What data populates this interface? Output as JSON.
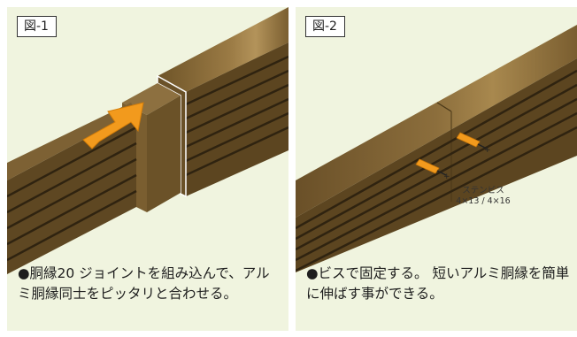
{
  "figure1": {
    "label": "図-1",
    "caption": "●胴縁20 ジョイントを組み込んで、アルミ胴縁同士をピッタリと合わせる。"
  },
  "figure2": {
    "label": "図-2",
    "caption": "●ビスで固定する。 短いアルミ胴縁を簡単に伸ばす事ができる。",
    "screw_label_line1": "ステンビス",
    "screw_label_line2": "4×13 / 4×16"
  },
  "colors": {
    "panel_bg": "#f0f4df",
    "rail_top": "#8a6c3c",
    "rail_side": "#5a4420",
    "arrow": "#f29a1d"
  }
}
